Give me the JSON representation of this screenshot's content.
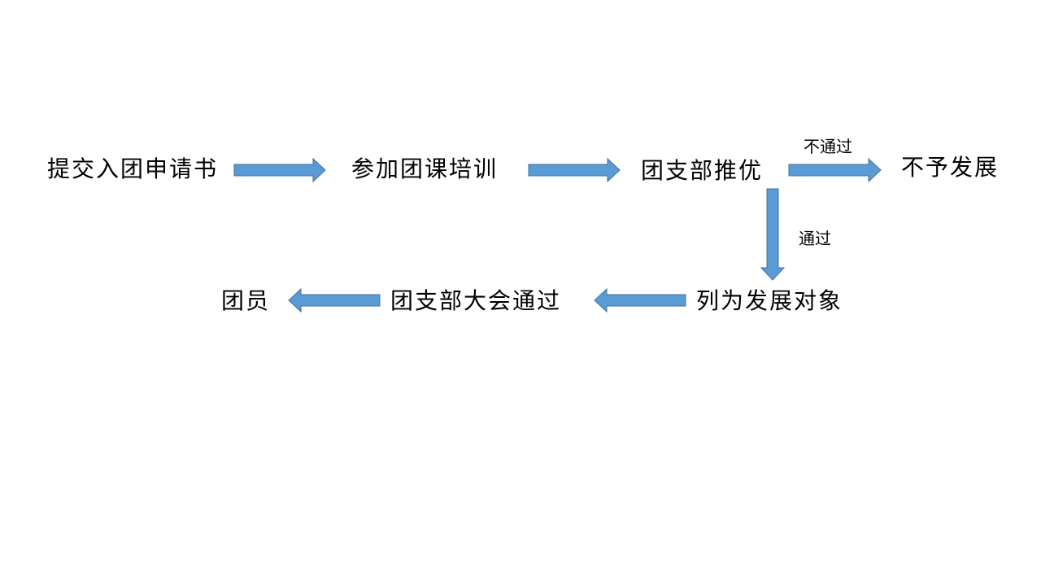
{
  "colors": {
    "arrow_fill": "#5B9BD5",
    "arrow_stroke": "#41719C"
  },
  "nodes": {
    "submit_application": "提交入团申请书",
    "attend_training": "参加团课培训",
    "branch_recommend": "团支部推优",
    "not_developed": "不予发展",
    "development_target": "列为发展对象",
    "branch_meeting_pass": "团支部大会通过",
    "member": "团员"
  },
  "edge_labels": {
    "not_pass": "不通过",
    "pass": "通过"
  }
}
